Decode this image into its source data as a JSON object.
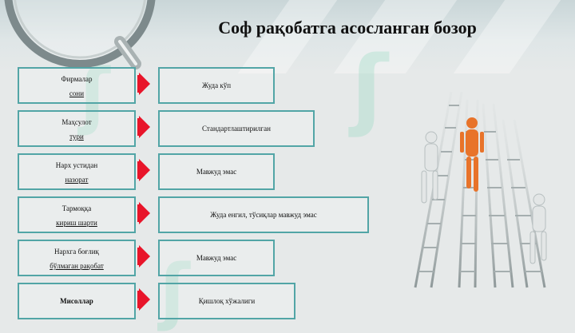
{
  "title": "Соф рақобатга асосланган бозор",
  "rows": [
    {
      "left_line1": "Фирмалар",
      "left_line2": "сони",
      "right": "Жуда кўп"
    },
    {
      "left_line1": "Маҳсулот",
      "left_line2": "тури",
      "right": "Стандартлаштирилган"
    },
    {
      "left_line1": "Нарх устидан",
      "left_line2": "назорат",
      "right": "Мавжуд эмас"
    },
    {
      "left_line1": "Тармоққа",
      "left_line2": "кириш шарти",
      "right": "Жуда енгил, тўсиқлар мавжуд эмас"
    },
    {
      "left_line1": "Нархга боғлиқ",
      "left_line2": "бўлмаган рақобат",
      "right": "Мавжуд эмас"
    },
    {
      "left_line1": "Мисоллар",
      "left_line2": "",
      "right": "Қишлоқ хўжалиги"
    }
  ],
  "colors": {
    "border": "#52a5a6",
    "arrow": "#e8152a",
    "figure_lead": "#e8732a"
  }
}
